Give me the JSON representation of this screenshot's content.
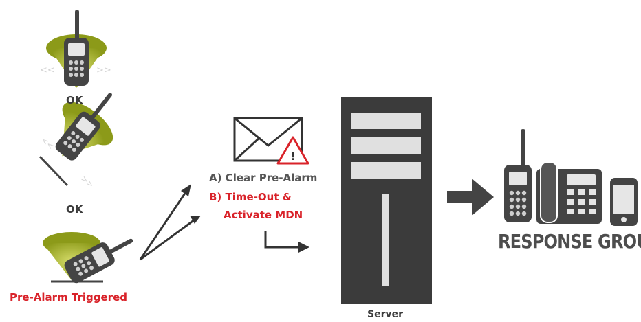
{
  "labels": {
    "ok_upright": "OK",
    "ok_tilted": "OK",
    "pre_alarm": "Pre-Alarm Triggered",
    "option_a": "A) Clear Pre-Alarm",
    "option_b_line1": "B) Time-Out &",
    "option_b_line2": "Activate MDN",
    "warning_symbol": "!",
    "server": "Server",
    "response_group": "RESPONSE GROUP"
  },
  "colors": {
    "cone": "#8c9a19",
    "cone_light": "#bfc84e",
    "dark": "#444444",
    "server": "#3b3b3b",
    "alert_red": "#d9232a",
    "text_gray": "#555555"
  },
  "icons": [
    "radio-upright-icon",
    "radio-tilted-icon",
    "radio-fallen-icon",
    "envelope-icon",
    "warning-triangle-icon",
    "server-icon",
    "arrow-right-icon",
    "radio-icon",
    "desk-phone-icon",
    "smartphone-icon"
  ]
}
